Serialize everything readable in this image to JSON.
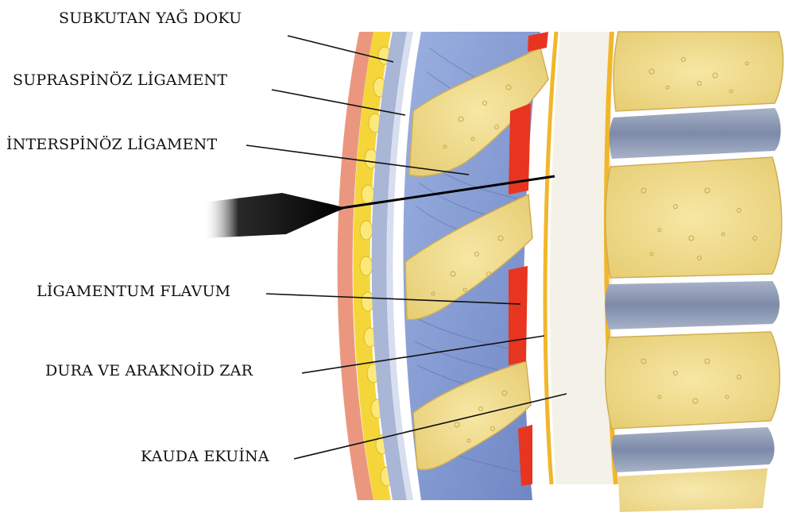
{
  "labels": {
    "subkutan": "SUBKUTAN YAĞ DOKU",
    "supraspinoz": "SUPRASPİNÖZ LİGAMENT",
    "interspinoz": "İNTERSPİNÖZ LİGAMENT",
    "ligamentum_flavum": "LİGAMENTUM FLAVUM",
    "dura": "DURA VE ARAKNOİD ZAR",
    "kauda": "KAUDA EKUİNA"
  },
  "colors": {
    "skin": "#e8856a",
    "fat": "#f5d63a",
    "ligament_blue": "#7f96cf",
    "bone": "#f0dc8c",
    "disc": "#8c9ab8",
    "ligamentum_flavum": "#e8351f",
    "dura": "#f2b62a",
    "csf": "#f4f1e8",
    "needle": "#111111"
  }
}
